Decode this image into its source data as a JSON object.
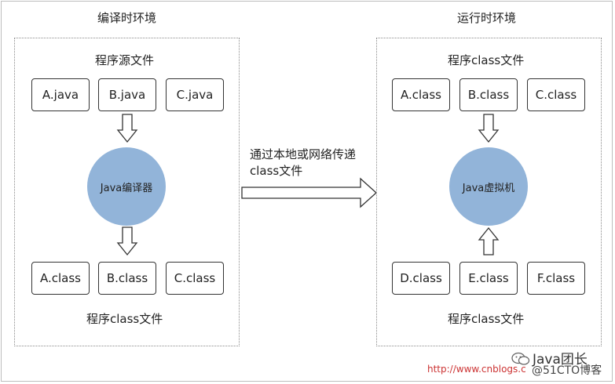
{
  "compile_env": {
    "title": "编译时环境",
    "source_label": "程序源文件",
    "sources": [
      "A.java",
      "B.java",
      "C.java"
    ],
    "compiler": "Java编译器",
    "outputs": [
      "A.class",
      "B.class",
      "C.class"
    ],
    "output_label": "程序class文件"
  },
  "transfer": {
    "line1": "通过本地或网络传递",
    "line2": "class文件"
  },
  "runtime_env": {
    "title": "运行时环境",
    "top_label": "程序class文件",
    "top_classes": [
      "A.class",
      "B.class",
      "C.class"
    ],
    "jvm": "Java虚拟机",
    "bottom_classes": [
      "D.class",
      "E.class",
      "F.class"
    ],
    "bottom_label": "程序class文件"
  },
  "watermark": {
    "brand": "Java团长",
    "url": "http://www.cnblogs.c",
    "blog": "@51CTO博客"
  },
  "colors": {
    "circle_fill": "#92b4d9",
    "watermark_url": "#cc3333"
  }
}
